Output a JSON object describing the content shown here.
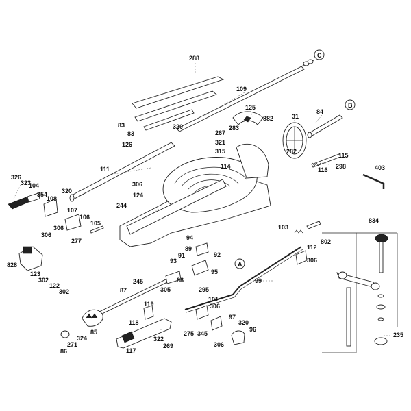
{
  "diagram": {
    "callouts": {
      "c": "C",
      "b": "B",
      "a": "A"
    },
    "labels": [
      "288",
      "109",
      "125",
      "31",
      "84",
      "882",
      "83",
      "320",
      "283",
      "83",
      "267",
      "321",
      "126",
      "315",
      "282",
      "115",
      "114",
      "298",
      "116",
      "403",
      "111",
      "306",
      "124",
      "326",
      "323",
      "104",
      "354",
      "320",
      "108",
      "244",
      "107",
      "106",
      "306",
      "105",
      "277",
      "306",
      "834",
      "103",
      "802",
      "94",
      "112",
      "89",
      "91",
      "92",
      "306",
      "828",
      "93",
      "88",
      "95",
      "123",
      "302",
      "122",
      "302",
      "87",
      "245",
      "305",
      "295",
      "99",
      "101",
      "306",
      "119",
      "97",
      "118",
      "320",
      "96",
      "275",
      "345",
      "86",
      "271",
      "324",
      "85",
      "117",
      "322",
      "269",
      "306",
      "235"
    ]
  }
}
